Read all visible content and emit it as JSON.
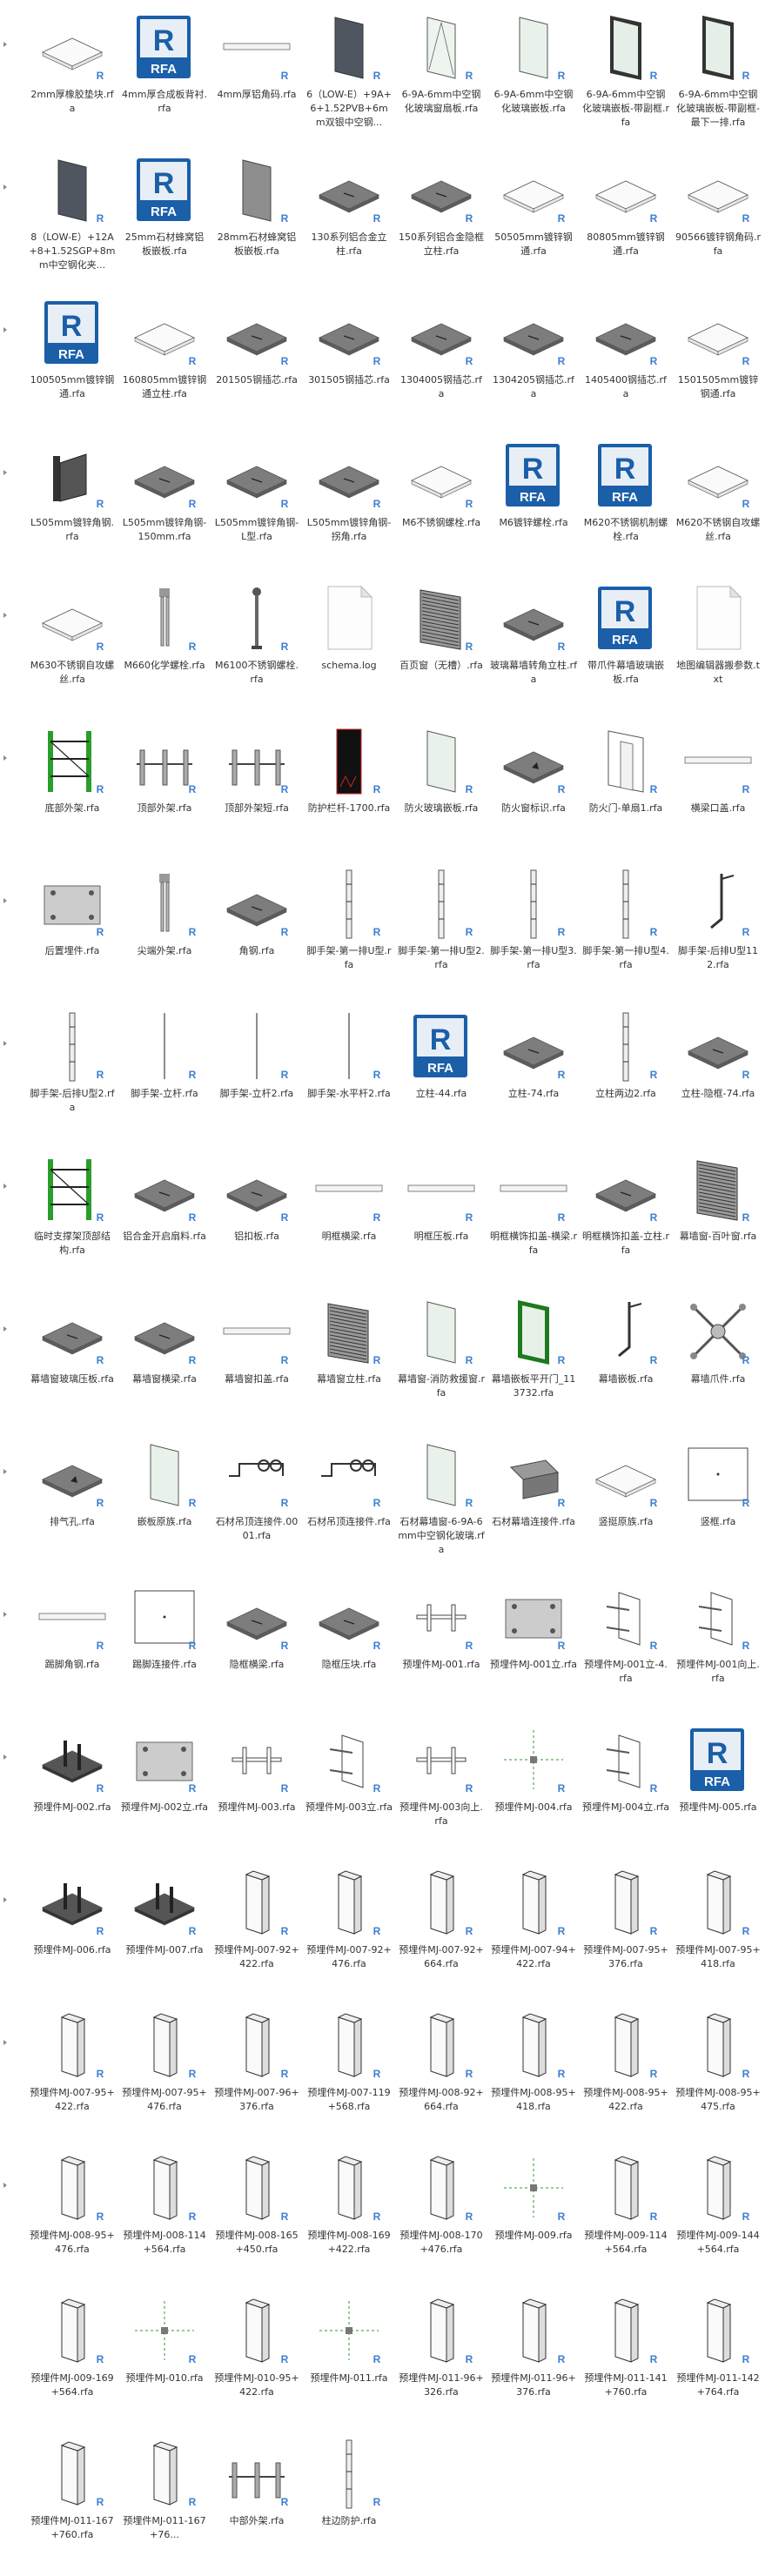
{
  "watermark": {
    "line1": "",
    "line2": ""
  },
  "badge_letter": "R",
  "rfa_label": "RFA",
  "rfa_letter": "R",
  "colors": {
    "rfa_blue": "#1a5fa8",
    "badge_blue": "#3b7fd1",
    "green": "#2a9d2a",
    "slab_top": "#7d7d7d",
    "slab_side": "#5c5c5c"
  },
  "files": [
    {
      "name": "2mm厚橡胶垫块.rfa",
      "icon": "white-slab"
    },
    {
      "name": "4mm厚合成板背衬.rfa",
      "icon": "rfa"
    },
    {
      "name": "4mm厚铝角码.rfa",
      "icon": "bar"
    },
    {
      "name": "6（LOW-E）+9A+6+1.52PVB+6mm双银中空钢...",
      "icon": "dark-glass"
    },
    {
      "name": "6-9A-6mm中空钢化玻璃窗扇板.rfa",
      "icon": "glass-tri"
    },
    {
      "name": "6-9A-6mm中空钢化玻璃嵌板.rfa",
      "icon": "glass"
    },
    {
      "name": "6-9A-6mm中空钢化玻璃嵌板-带副框.rfa",
      "icon": "glass-frame"
    },
    {
      "name": "6-9A-6mm中空钢化玻璃嵌板-带副框-最下一排.rfa",
      "icon": "glass-frame"
    },
    {
      "name": "8（LOW-E）+12A+8+1.52SGP+8mm中空钢化夹...",
      "icon": "dark-glass"
    },
    {
      "name": "25mm石材蜂窝铝板嵌板.rfa",
      "icon": "rfa"
    },
    {
      "name": "28mm石材蜂窝铝板嵌板.rfa",
      "icon": "gray-panel"
    },
    {
      "name": "130系列铝合金立柱.rfa",
      "icon": "gray-slab"
    },
    {
      "name": "150系列铝合金隐框立柱.rfa",
      "icon": "gray-slab"
    },
    {
      "name": "50505mm镀锌钢通.rfa",
      "icon": "white-slab"
    },
    {
      "name": "80805mm镀锌钢通.rfa",
      "icon": "white-slab"
    },
    {
      "name": "90566镀锌钢角码.rfa",
      "icon": "white-slab"
    },
    {
      "name": "100505mm镀锌钢通.rfa",
      "icon": "rfa"
    },
    {
      "name": "160805mm镀锌钢通立柱.rfa",
      "icon": "white-slab"
    },
    {
      "name": "201505钢插芯.rfa",
      "icon": "gray-slab"
    },
    {
      "name": "301505钢插芯.rfa",
      "icon": "gray-slab"
    },
    {
      "name": "1304005钢插芯.rfa",
      "icon": "gray-slab"
    },
    {
      "name": "1304205钢插芯.rfa",
      "icon": "gray-slab"
    },
    {
      "name": "1405400钢插芯.rfa",
      "icon": "gray-slab"
    },
    {
      "name": "1501505mm镀锌钢通.rfa",
      "icon": "white-slab"
    },
    {
      "name": "L505mm镀锌角钢.rfa",
      "icon": "dark-bracket"
    },
    {
      "name": "L505mm镀锌角钢-150mm.rfa",
      "icon": "gray-slab"
    },
    {
      "name": "L505mm镀锌角钢-L型.rfa",
      "icon": "gray-slab"
    },
    {
      "name": "L505mm镀锌角钢-拐角.rfa",
      "icon": "gray-slab"
    },
    {
      "name": "M6不锈钢螺栓.rfa",
      "icon": "white-slab"
    },
    {
      "name": "M6镀锌螺栓.rfa",
      "icon": "rfa"
    },
    {
      "name": "M620不锈钢机制螺栓.rfa",
      "icon": "rfa"
    },
    {
      "name": "M620不锈钢自攻螺丝.rfa",
      "icon": "white-slab"
    },
    {
      "name": "M630不锈钢自攻螺丝.rfa",
      "icon": "white-slab"
    },
    {
      "name": "M660化学螺栓.rfa",
      "icon": "anchor"
    },
    {
      "name": "M6100不锈钢螺栓.rfa",
      "icon": "bolt"
    },
    {
      "name": "schema.log",
      "icon": "doc"
    },
    {
      "name": "百页窗（无槽）.rfa",
      "icon": "louver"
    },
    {
      "name": "玻璃幕墙转角立柱.rfa",
      "icon": "gray-slab"
    },
    {
      "name": "带爪件幕墙玻璃嵌板.rfa",
      "icon": "rfa"
    },
    {
      "name": "地图编辑器搬参数.txt",
      "icon": "doc"
    },
    {
      "name": "底部外架.rfa",
      "icon": "green-frame"
    },
    {
      "name": "顶部外架.rfa",
      "icon": "u-frame"
    },
    {
      "name": "顶部外架短.rfa",
      "icon": "u-frame"
    },
    {
      "name": "防护栏杆-1700.rfa",
      "icon": "black-panel"
    },
    {
      "name": "防火玻璃嵌板.rfa",
      "icon": "glass"
    },
    {
      "name": "防火窗标识.rfa",
      "icon": "gray-slab-tri"
    },
    {
      "name": "防火门-单扇1.rfa",
      "icon": "door"
    },
    {
      "name": "横梁口盖.rfa",
      "icon": "bar"
    },
    {
      "name": "后置埋件.rfa",
      "icon": "plate"
    },
    {
      "name": "尖端外架.rfa",
      "icon": "anchor"
    },
    {
      "name": "角钢.rfa",
      "icon": "gray-slab"
    },
    {
      "name": "脚手架-第一排U型.rfa",
      "icon": "rod"
    },
    {
      "name": "脚手架-第一排U型2.rfa",
      "icon": "rod"
    },
    {
      "name": "脚手架-第一排U型3.rfa",
      "icon": "rod"
    },
    {
      "name": "脚手架-第一排U型4.rfa",
      "icon": "rod"
    },
    {
      "name": "脚手架-后排U型112.rfa",
      "icon": "bracket-line"
    },
    {
      "name": "脚手架-后排U型2.rfa",
      "icon": "rod"
    },
    {
      "name": "脚手架-立杆.rfa",
      "icon": "thin"
    },
    {
      "name": "脚手架-立杆2.rfa",
      "icon": "thin"
    },
    {
      "name": "脚手架-水平杆2.rfa",
      "icon": "thin"
    },
    {
      "name": "立柱-44.rfa",
      "icon": "rfa"
    },
    {
      "name": "立柱-74.rfa",
      "icon": "gray-slab"
    },
    {
      "name": "立柱两边2.rfa",
      "icon": "rod"
    },
    {
      "name": "立柱-隐框-74.rfa",
      "icon": "gray-slab"
    },
    {
      "name": "临时支撑架顶部结构.rfa",
      "icon": "green-frame"
    },
    {
      "name": "铝合金开启扇料.rfa",
      "icon": "gray-slab"
    },
    {
      "name": "铝扣板.rfa",
      "icon": "gray-slab"
    },
    {
      "name": "明框横梁.rfa",
      "icon": "bar"
    },
    {
      "name": "明框压板.rfa",
      "icon": "bar"
    },
    {
      "name": "明框横饰扣盖-横梁.rfa",
      "icon": "bar"
    },
    {
      "name": "明框横饰扣盖-立柱.rfa",
      "icon": "gray-slab"
    },
    {
      "name": "幕墙窗-百叶窗.rfa",
      "icon": "louver"
    },
    {
      "name": "幕墙窗玻璃压板.rfa",
      "icon": "gray-slab"
    },
    {
      "name": "幕墙窗横梁.rfa",
      "icon": "gray-slab"
    },
    {
      "name": "幕墙窗扣盖.rfa",
      "icon": "bar"
    },
    {
      "name": "幕墙窗立柱.rfa",
      "icon": "louver"
    },
    {
      "name": "幕墙窗-消防救援窗.rfa",
      "icon": "glass"
    },
    {
      "name": "幕墙嵌板平开门_113732.rfa",
      "icon": "green-door"
    },
    {
      "name": "幕墙嵌板.rfa",
      "icon": "bracket-line"
    },
    {
      "name": "幕墙爪件.rfa",
      "icon": "spider"
    },
    {
      "name": "排气孔.rfa",
      "icon": "gray-slab-tri"
    },
    {
      "name": "嵌板原族.rfa",
      "icon": "glass"
    },
    {
      "name": "石材吊顶连接件.0001.rfa",
      "icon": "hanger"
    },
    {
      "name": "石材吊顶连接件.rfa",
      "icon": "hanger"
    },
    {
      "name": "石材幕墙窗-6-9A-6mm中空钢化玻璃.rfa",
      "icon": "glass"
    },
    {
      "name": "石材幕墙连接件.rfa",
      "icon": "clip"
    },
    {
      "name": "竖挺原族.rfa",
      "icon": "white-slab"
    },
    {
      "name": "竖框.rfa",
      "icon": "square-outline"
    },
    {
      "name": "踢脚角钢.rfa",
      "icon": "bar"
    },
    {
      "name": "踢脚连接件.rfa",
      "icon": "square-outline"
    },
    {
      "name": "隐框横梁.rfa",
      "icon": "gray-slab"
    },
    {
      "name": "隐框压块.rfa",
      "icon": "gray-slab"
    },
    {
      "name": "预埋件MJ-001.rfa",
      "icon": "anchor-h"
    },
    {
      "name": "预埋件MJ-001立.rfa",
      "icon": "plate"
    },
    {
      "name": "预埋件MJ-001立-4.rfa",
      "icon": "anchor-plate"
    },
    {
      "name": "预埋件MJ-001向上.rfa",
      "icon": "anchor-plate"
    },
    {
      "name": "预埋件MJ-002.rfa",
      "icon": "embed-dark"
    },
    {
      "name": "预埋件MJ-002立.rfa",
      "icon": "plate"
    },
    {
      "name": "预埋件MJ-003.rfa",
      "icon": "anchor-h"
    },
    {
      "name": "预埋件MJ-003立.rfa",
      "icon": "anchor-plate"
    },
    {
      "name": "预埋件MJ-003向上.rfa",
      "icon": "anchor-h"
    },
    {
      "name": "预埋件MJ-004.rfa",
      "icon": "green-cross"
    },
    {
      "name": "预埋件MJ-004立.rfa",
      "icon": "anchor-plate"
    },
    {
      "name": "预埋件MJ-005.rfa",
      "icon": "rfa"
    },
    {
      "name": "预埋件MJ-006.rfa",
      "icon": "embed-dark"
    },
    {
      "name": "预埋件MJ-007.rfa",
      "icon": "embed-dark"
    },
    {
      "name": "预埋件MJ-007-92+422.rfa",
      "icon": "channel"
    },
    {
      "name": "预埋件MJ-007-92+476.rfa",
      "icon": "channel"
    },
    {
      "name": "预埋件MJ-007-92+664.rfa",
      "icon": "channel"
    },
    {
      "name": "预埋件MJ-007-94+422.rfa",
      "icon": "channel"
    },
    {
      "name": "预埋件MJ-007-95+376.rfa",
      "icon": "channel"
    },
    {
      "name": "预埋件MJ-007-95+418.rfa",
      "icon": "channel"
    },
    {
      "name": "预埋件MJ-007-95+422.rfa",
      "icon": "channel"
    },
    {
      "name": "预埋件MJ-007-95+476.rfa",
      "icon": "channel"
    },
    {
      "name": "预埋件MJ-007-96+376.rfa",
      "icon": "channel"
    },
    {
      "name": "预埋件MJ-007-119+568.rfa",
      "icon": "channel"
    },
    {
      "name": "预埋件MJ-008-92+664.rfa",
      "icon": "channel"
    },
    {
      "name": "预埋件MJ-008-95+418.rfa",
      "icon": "channel"
    },
    {
      "name": "预埋件MJ-008-95+422.rfa",
      "icon": "channel"
    },
    {
      "name": "预埋件MJ-008-95+475.rfa",
      "icon": "channel"
    },
    {
      "name": "预埋件MJ-008-95+476.rfa",
      "icon": "channel"
    },
    {
      "name": "预埋件MJ-008-114+564.rfa",
      "icon": "channel"
    },
    {
      "name": "预埋件MJ-008-165+450.rfa",
      "icon": "channel"
    },
    {
      "name": "预埋件MJ-008-169+422.rfa",
      "icon": "channel"
    },
    {
      "name": "预埋件MJ-008-170+476.rfa",
      "icon": "channel"
    },
    {
      "name": "预埋件MJ-009.rfa",
      "icon": "green-cross"
    },
    {
      "name": "预埋件MJ-009-114+564.rfa",
      "icon": "channel"
    },
    {
      "name": "预埋件MJ-009-144+564.rfa",
      "icon": "channel"
    },
    {
      "name": "预埋件MJ-009-169+564.rfa",
      "icon": "channel"
    },
    {
      "name": "预埋件MJ-010.rfa",
      "icon": "green-cross"
    },
    {
      "name": "预埋件MJ-010-95+422.rfa",
      "icon": "channel"
    },
    {
      "name": "预埋件MJ-011.rfa",
      "icon": "green-cross"
    },
    {
      "name": "预埋件MJ-011-96+326.rfa",
      "icon": "channel"
    },
    {
      "name": "预埋件MJ-011-96+376.rfa",
      "icon": "channel"
    },
    {
      "name": "预埋件MJ-011-141+760.rfa",
      "icon": "channel"
    },
    {
      "name": "预埋件MJ-011-142+764.rfa",
      "icon": "channel"
    },
    {
      "name": "预埋件MJ-011-167+760.rfa",
      "icon": "channel"
    },
    {
      "name": "预埋件MJ-011-167+76...",
      "icon": "channel"
    },
    {
      "name": "中部外架.rfa",
      "icon": "u-frame"
    },
    {
      "name": "柱边防护.rfa",
      "icon": "rod"
    }
  ]
}
